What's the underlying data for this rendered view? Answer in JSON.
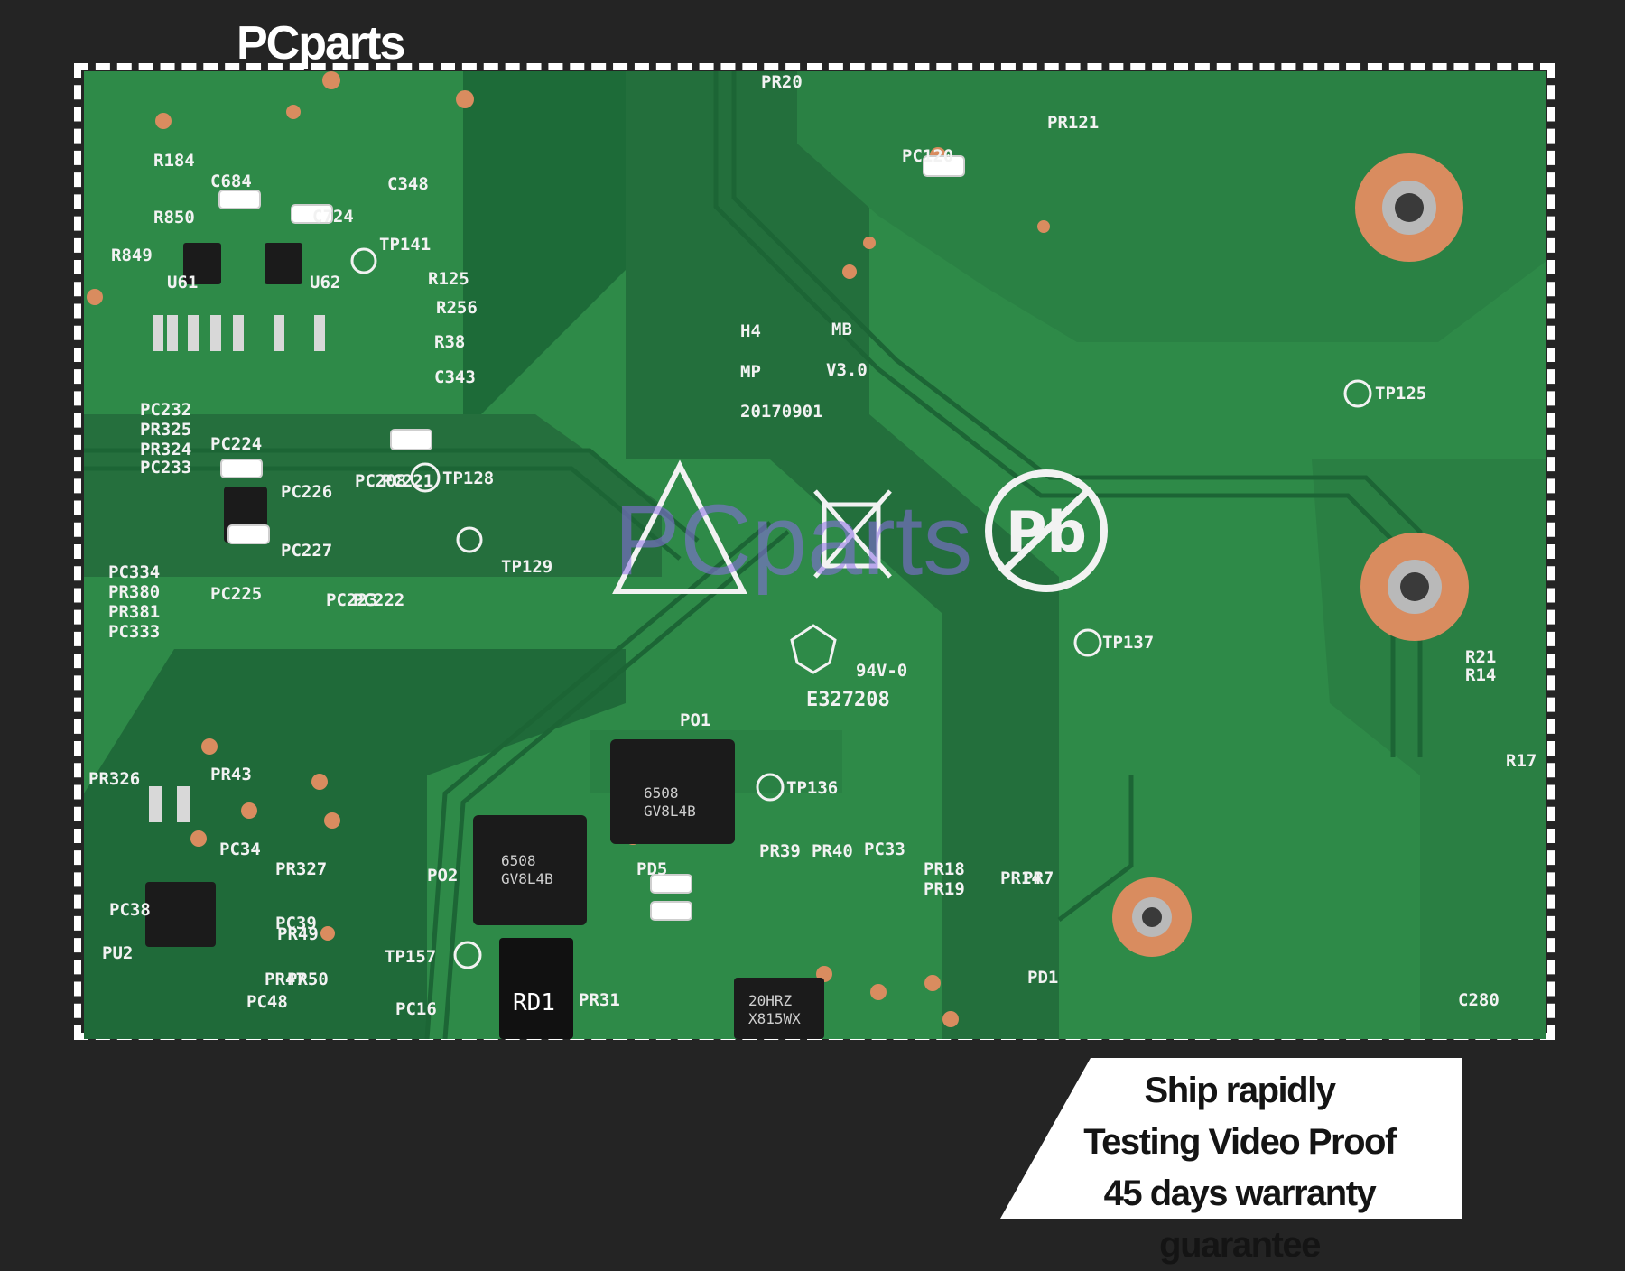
{
  "brand": {
    "logo_text": "PCparts",
    "watermark_text": "PCparts"
  },
  "promo": {
    "line1": "Ship rapidly",
    "line2": "Testing Video Proof",
    "line3": "45 days warranty guarantee"
  },
  "board_labels": {
    "h4": "H4",
    "mb": "MB",
    "mp": "MP",
    "version": "V3.0",
    "date": "20170901",
    "cert": "E327208",
    "rating": "94V-0",
    "pb": "Pb",
    "pr20": "PR20",
    "pr121": "PR121",
    "pc120": "PC120",
    "c348": "C348",
    "c684": "C684",
    "c724": "C724",
    "r184": "R184",
    "r850": "R850",
    "r849": "R849",
    "u61": "U61",
    "u62": "U62",
    "tp141": "TP141",
    "r125": "R125",
    "r256": "R256",
    "r38": "R38",
    "c343": "C343",
    "tp125": "TP125",
    "tp128": "TP128",
    "tp129": "TP129",
    "tp137": "TP137",
    "tp136": "TP136",
    "tp157": "TP157",
    "pc232": "PC232",
    "pr325": "PR325",
    "pr324": "PR324",
    "pc233": "PC233",
    "pc224": "PC224",
    "pc226": "PC226",
    "pc227": "PC227",
    "pc225": "PC225",
    "pc208": "PC208",
    "pc221": "PC221",
    "pc223": "PC223",
    "pc222": "PC222",
    "pc334": "PC334",
    "pr380": "PR380",
    "pr381": "PR381",
    "pc333": "PC333",
    "pr326": "PR326",
    "pr43": "PR43",
    "pr327": "PR327",
    "pc34": "PC34",
    "pc38": "PC38",
    "pc39": "PC39",
    "pr49": "PR49",
    "pr47": "PR47",
    "pr50": "PR50",
    "pc48": "PC48",
    "pu2": "PU2",
    "po1": "PO1",
    "po2": "PO2",
    "chip1": "6508",
    "chip2": "GV8L4B",
    "chip3": "6508",
    "chip4": "GV8L4B",
    "pd5": "PD5",
    "pr39": "PR39",
    "pr40": "PR40",
    "pc33": "PC33",
    "pr18": "PR18",
    "pr19": "PR19",
    "pr14": "PR14",
    "pr7": "PR7",
    "pd1": "PD1",
    "pc16": "PC16",
    "pr31": "PR31",
    "c280": "C280",
    "r21": "R21",
    "r14": "R14",
    "r17": "R17",
    "ic1": "20HRZ",
    "ic2": "X815WX",
    "rd": "RD1"
  },
  "colors": {
    "background": "#242424",
    "board_green": "#2e8a48",
    "pad_copper": "#d98c5f",
    "silkscreen": "#f2f2f2"
  }
}
